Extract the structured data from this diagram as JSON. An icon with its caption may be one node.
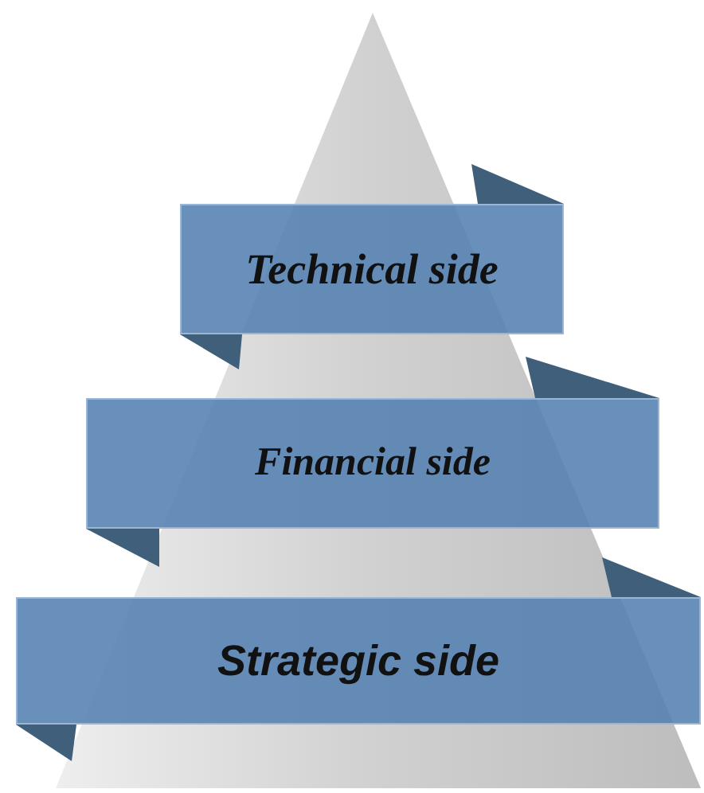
{
  "diagram": {
    "nodes": [
      {
        "text": [
          "Technical side"
        ]
      },
      {
        "text": [
          "Financial side"
        ]
      },
      {
        "text": [
          "Strategic side"
        ]
      }
    ]
  }
}
